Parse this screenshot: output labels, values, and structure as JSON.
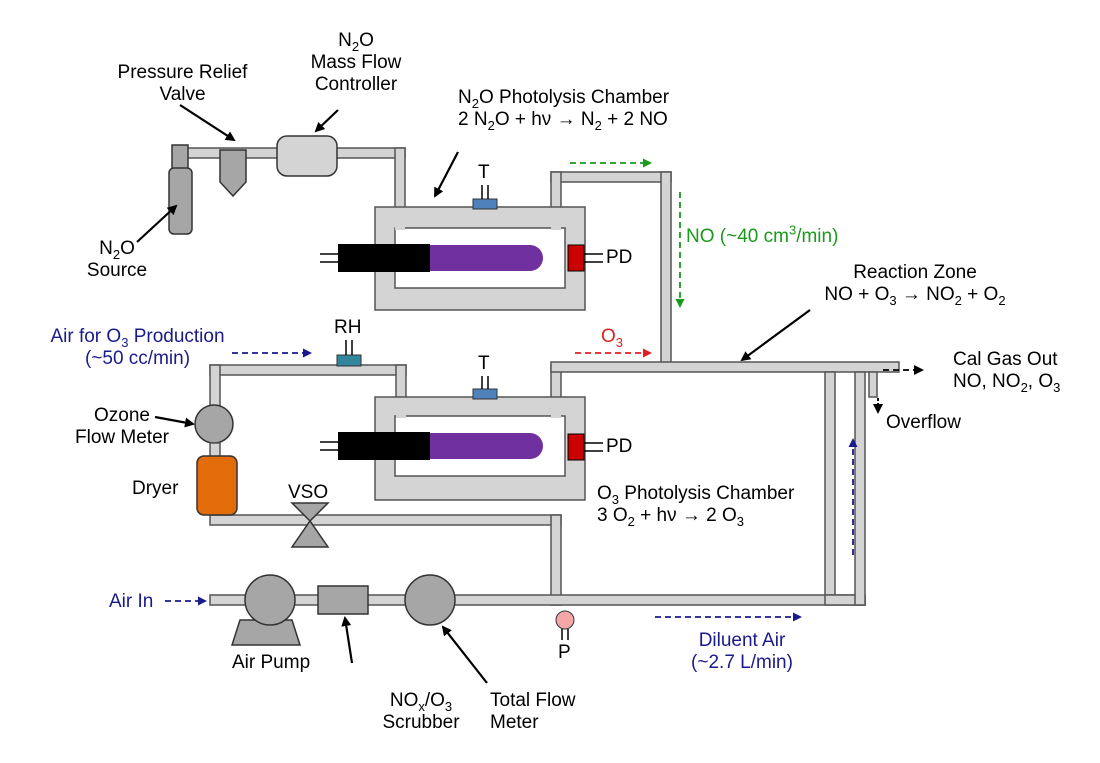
{
  "colors": {
    "pipe": "#d4d4d4",
    "outline": "#555555",
    "lamp": "#7030a0",
    "lamp_base": "#000000",
    "photodiode": "#cc0000",
    "dryer": "#e36c0a",
    "rh_sensor": "#31859c",
    "t_sensor": "#4f81bd",
    "pressure_sensor": "#f4a7a7",
    "air_arrow": "#1a1a8c",
    "no_arrow": "#1a9a1a",
    "o3_arrow": "#e02020"
  },
  "labels": {
    "pressure_relief_valve": [
      "Pressure Relief",
      "Valve"
    ],
    "n2o_mfc": {
      "n2o_main": "N",
      "n2o_sub": "2",
      "n2o_tail": "O",
      "line2": "Mass Flow",
      "line3": "Controller"
    },
    "n2o_source": {
      "main": "N",
      "sub": "2",
      "tail": "O",
      "line2": "Source"
    },
    "n2o_chamber": {
      "title_a": "N",
      "title_sub": "2",
      "title_b": "O Photolysis Chamber",
      "eq_a": "2 N",
      "eq_sub1": "2",
      "eq_b": "O + hν → N",
      "eq_sub2": "2",
      "eq_c": " + 2 NO"
    },
    "t_upper": "T",
    "t_lower": "T",
    "pd_upper": "PD",
    "pd_lower": "PD",
    "rh": "RH",
    "no_flow": {
      "a": "NO (~40 cm",
      "sup": "3",
      "b": "/min)"
    },
    "reaction_zone": {
      "title": "Reaction Zone",
      "eq_a": "NO + O",
      "eq_sub1": "3",
      "eq_b": " → NO",
      "eq_sub2": "2",
      "eq_c": " + O",
      "eq_sub3": "2"
    },
    "air_for_o3": {
      "a": "Air for O",
      "sub": "3",
      "b": " Production",
      "line2": "(~50 cc/min)"
    },
    "o3_arrow_label": {
      "a": "O",
      "sub": "3"
    },
    "cal_gas_out": {
      "line1": "Cal Gas Out",
      "a": "NO, NO",
      "sub1": "2",
      "b": ", O",
      "sub2": "3"
    },
    "overflow": "Overflow",
    "ozone_flow_meter": [
      "Ozone",
      "Flow Meter"
    ],
    "dryer": "Dryer",
    "vso": "VSO",
    "o3_chamber": {
      "title_a": "O",
      "title_sub": "3",
      "title_b": " Photolysis Chamber",
      "eq_a": "3 O",
      "eq_sub1": "2",
      "eq_b": " + hν →  2 O",
      "eq_sub2": "3"
    },
    "air_in": "Air In",
    "air_pump": "Air Pump",
    "scrubber": {
      "a": "NO",
      "sub": "x",
      "b": "/O",
      "sub2": "3",
      "line2": "Scrubber"
    },
    "total_flow_meter": [
      "Total Flow",
      "Meter"
    ],
    "p": "P",
    "diluent_air": [
      "Diluent Air",
      "(~2.7 L/min)"
    ]
  }
}
